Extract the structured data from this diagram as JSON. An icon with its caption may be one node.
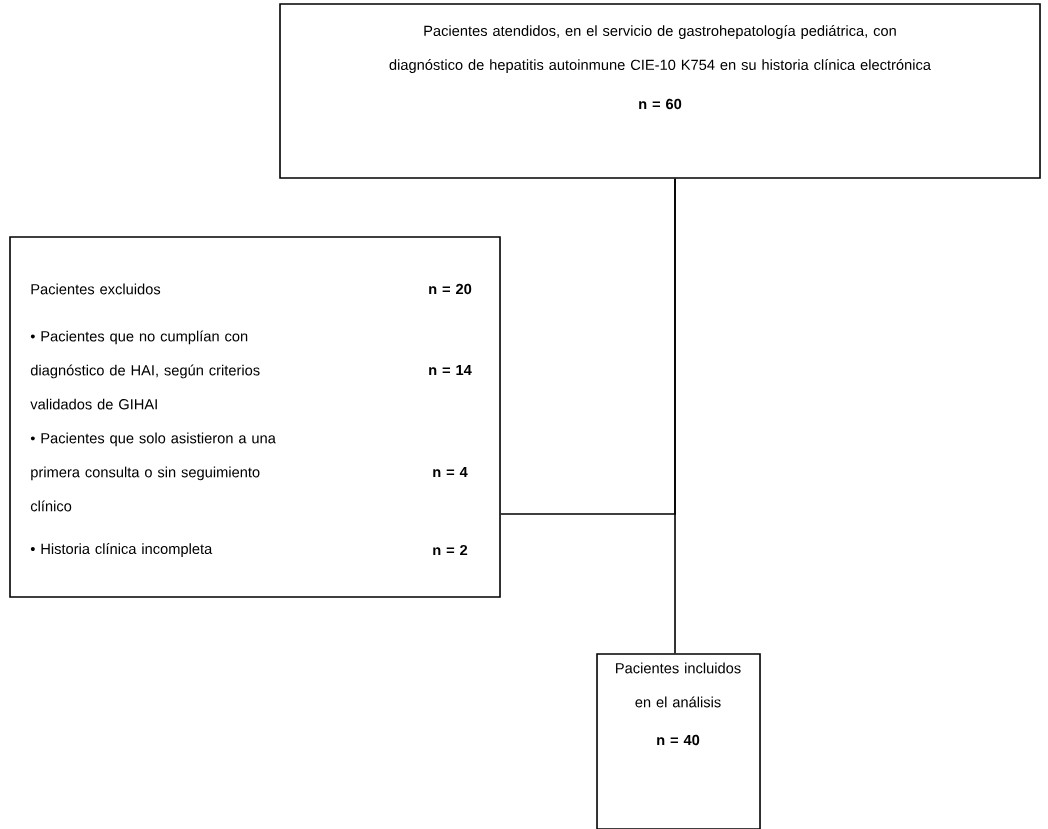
{
  "diagram": {
    "nodes": [
      {
        "text": [
          "Pacientes atendidos, en el servicio de gastrohepatología pediátrica, con diagnóstico de hepatitis autoinmune CIE-10 K754 en su historia clínica electrónica",
          "n = 60"
        ]
      },
      {
        "text": [
          "Pacientes excluidos",
          "n = 20",
          "• Pacientes que no cumplían con diagnóstico de HAI, según criterios validados de GIHAI",
          "n = 14",
          "• Pacientes que solo asistieron a una primera consulta o sin seguimiento clínico",
          "n = 4",
          "• Historia clínica incompleta",
          "n = 2"
        ]
      },
      {
        "text": [
          "Pacientes incluidos en el análisis",
          "n = 40"
        ]
      }
    ],
    "edges": [
      {
        "from": 0,
        "to": 2,
        "arrow": "none"
      },
      {
        "from": 0,
        "to": 1,
        "arrow": "none"
      }
    ]
  }
}
